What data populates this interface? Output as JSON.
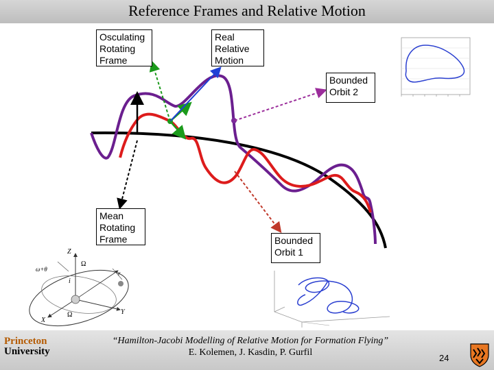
{
  "title": "Reference Frames and Relative Motion",
  "labels": {
    "osculating": [
      "Osculating",
      "Rotating",
      "Frame"
    ],
    "real": [
      "Real",
      "Relative",
      "Motion"
    ],
    "bounded2": [
      "Bounded",
      "Orbit 2"
    ],
    "mean": [
      "Mean",
      "Rotating",
      "Frame"
    ],
    "bounded1": [
      "Bounded",
      "Orbit 1"
    ]
  },
  "colors": {
    "reference_orbit": "#000000",
    "orbit_red": "#dd1c1c",
    "orbit_purple": "#6b1f8f",
    "green_axes": "#1b9a1b",
    "blue_axis": "#1f3fd6",
    "arrow_red": "#c0392b",
    "arrow_purple": "#9b2d9b",
    "orbit2_plot": "#2a3fd0",
    "orbit1_plot": "#2a3fd0"
  },
  "geometry_axes": {
    "labels": [
      "Z",
      "Ω",
      "Y",
      "X",
      "i",
      "Ω",
      "ω+θ",
      "r"
    ]
  },
  "footer": {
    "citation": "“Hamilton-Jacobi Modelling of Relative Motion for Formation Flying”",
    "authors": "E. Kolemen, J. Kasdin, P. Gurfil",
    "page_number": "24",
    "logo_line1": "Princeton",
    "logo_line2": "University"
  }
}
